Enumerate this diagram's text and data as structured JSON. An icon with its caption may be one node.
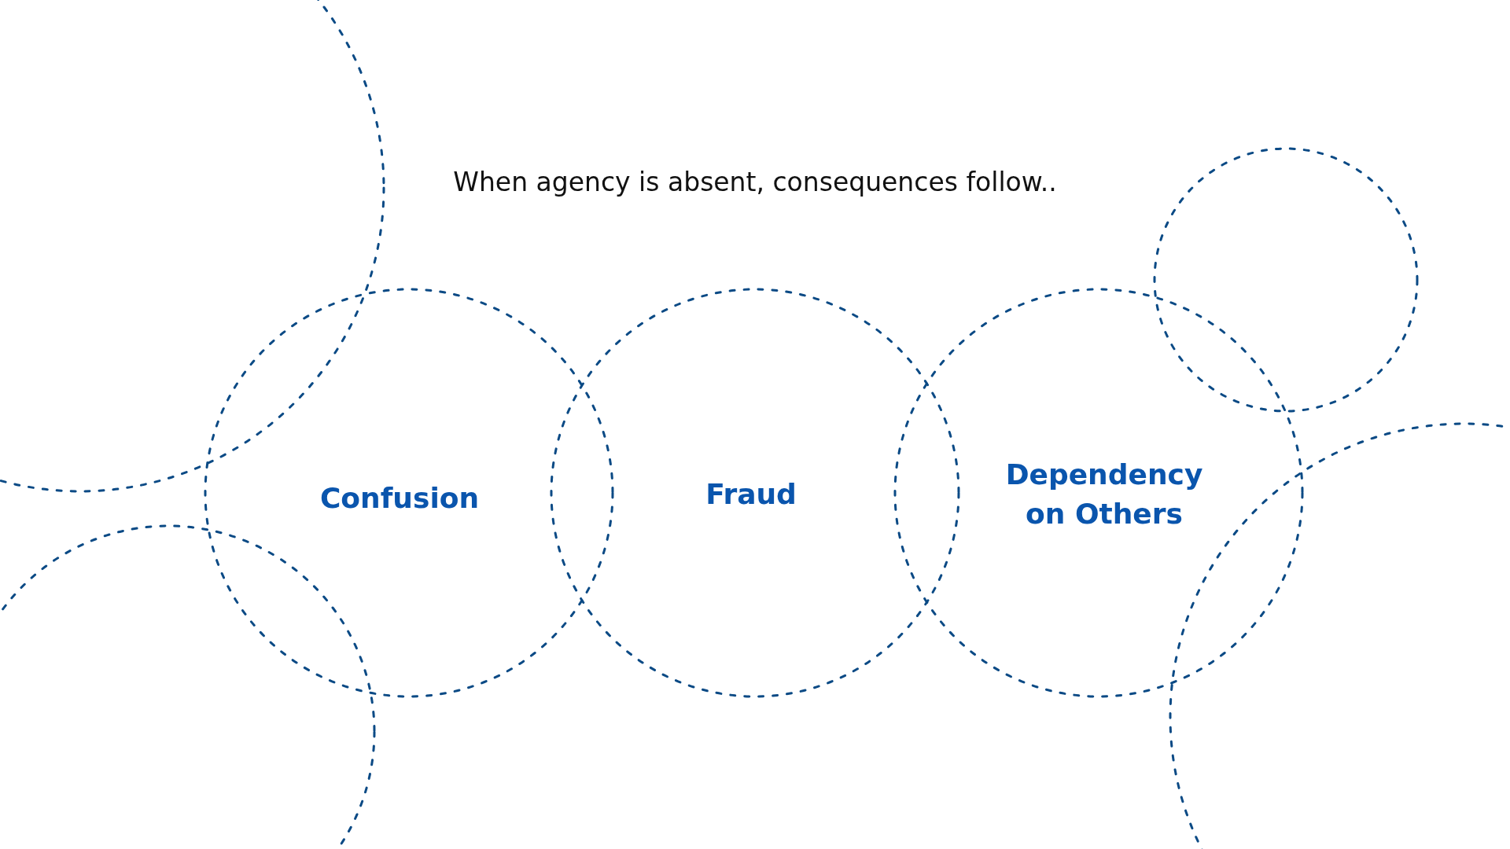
{
  "diagram": {
    "title": "When agency is absent, consequences follow..",
    "nodes": [
      {
        "text": [
          "Confusion"
        ]
      },
      {
        "text": [
          "Fraud"
        ]
      },
      {
        "text": [
          "Dependency on Others"
        ]
      },
      {
        "text": [],
        "shape": "circle"
      },
      {
        "text": [],
        "shape": "circle"
      },
      {
        "text": [],
        "shape": "circle"
      },
      {
        "text": [],
        "shape": "circle"
      }
    ]
  }
}
